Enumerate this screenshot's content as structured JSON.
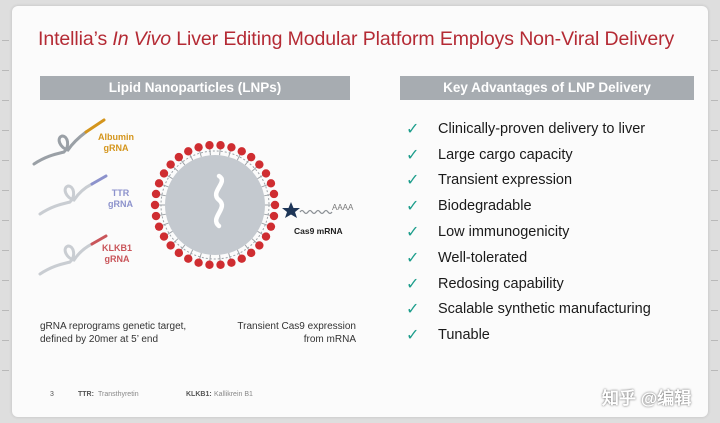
{
  "slide": {
    "title_prefix": "Intellia’s ",
    "title_italic": "In Vivo",
    "title_suffix": " Liver Editing Modular Platform Employs Non-Viral Delivery",
    "left_header": "Lipid Nanoparticles (LNPs)",
    "right_header": "Key Advantages of LNP Delivery",
    "grnas": [
      {
        "line1": "Albumin",
        "line2": "gRNA",
        "color": "#d4951c"
      },
      {
        "line1": "TTR",
        "line2": "gRNA",
        "color": "#8c92cc"
      },
      {
        "line1": "KLKB1",
        "line2": "gRNA",
        "color": "#c9555a"
      }
    ],
    "cas9_label": "Cas9 mRNA",
    "polya": "AAAA",
    "caption_left_1": "gRNA reprograms genetic target,",
    "caption_left_2": "defined by 20mer at 5’ end",
    "caption_right_1": "Transient Cas9 expression",
    "caption_right_2": "from mRNA",
    "advantages": [
      "Clinically-proven delivery to liver",
      "Large cargo capacity",
      "Transient expression",
      "Biodegradable",
      "Low immunogenicity",
      "Well-tolerated",
      "Redosing capability",
      "Scalable synthetic manufacturing",
      "Tunable"
    ],
    "check_glyph": "✓",
    "footer": {
      "page": "3",
      "ttr_abbr": "TTR:",
      "ttr_full": "Transthyretin",
      "klkb1_abbr": "KLKB1:",
      "klkb1_full": "Kallikrein B1"
    },
    "watermark": "知乎 @编辑"
  },
  "colors": {
    "title": "#b42a34",
    "header_band": "#a7acb1",
    "check": "#1e9e8c",
    "lipid_head": "#cf2d31",
    "lnp_core": "#c4c9cf",
    "cas9_star": "#1d3557"
  }
}
